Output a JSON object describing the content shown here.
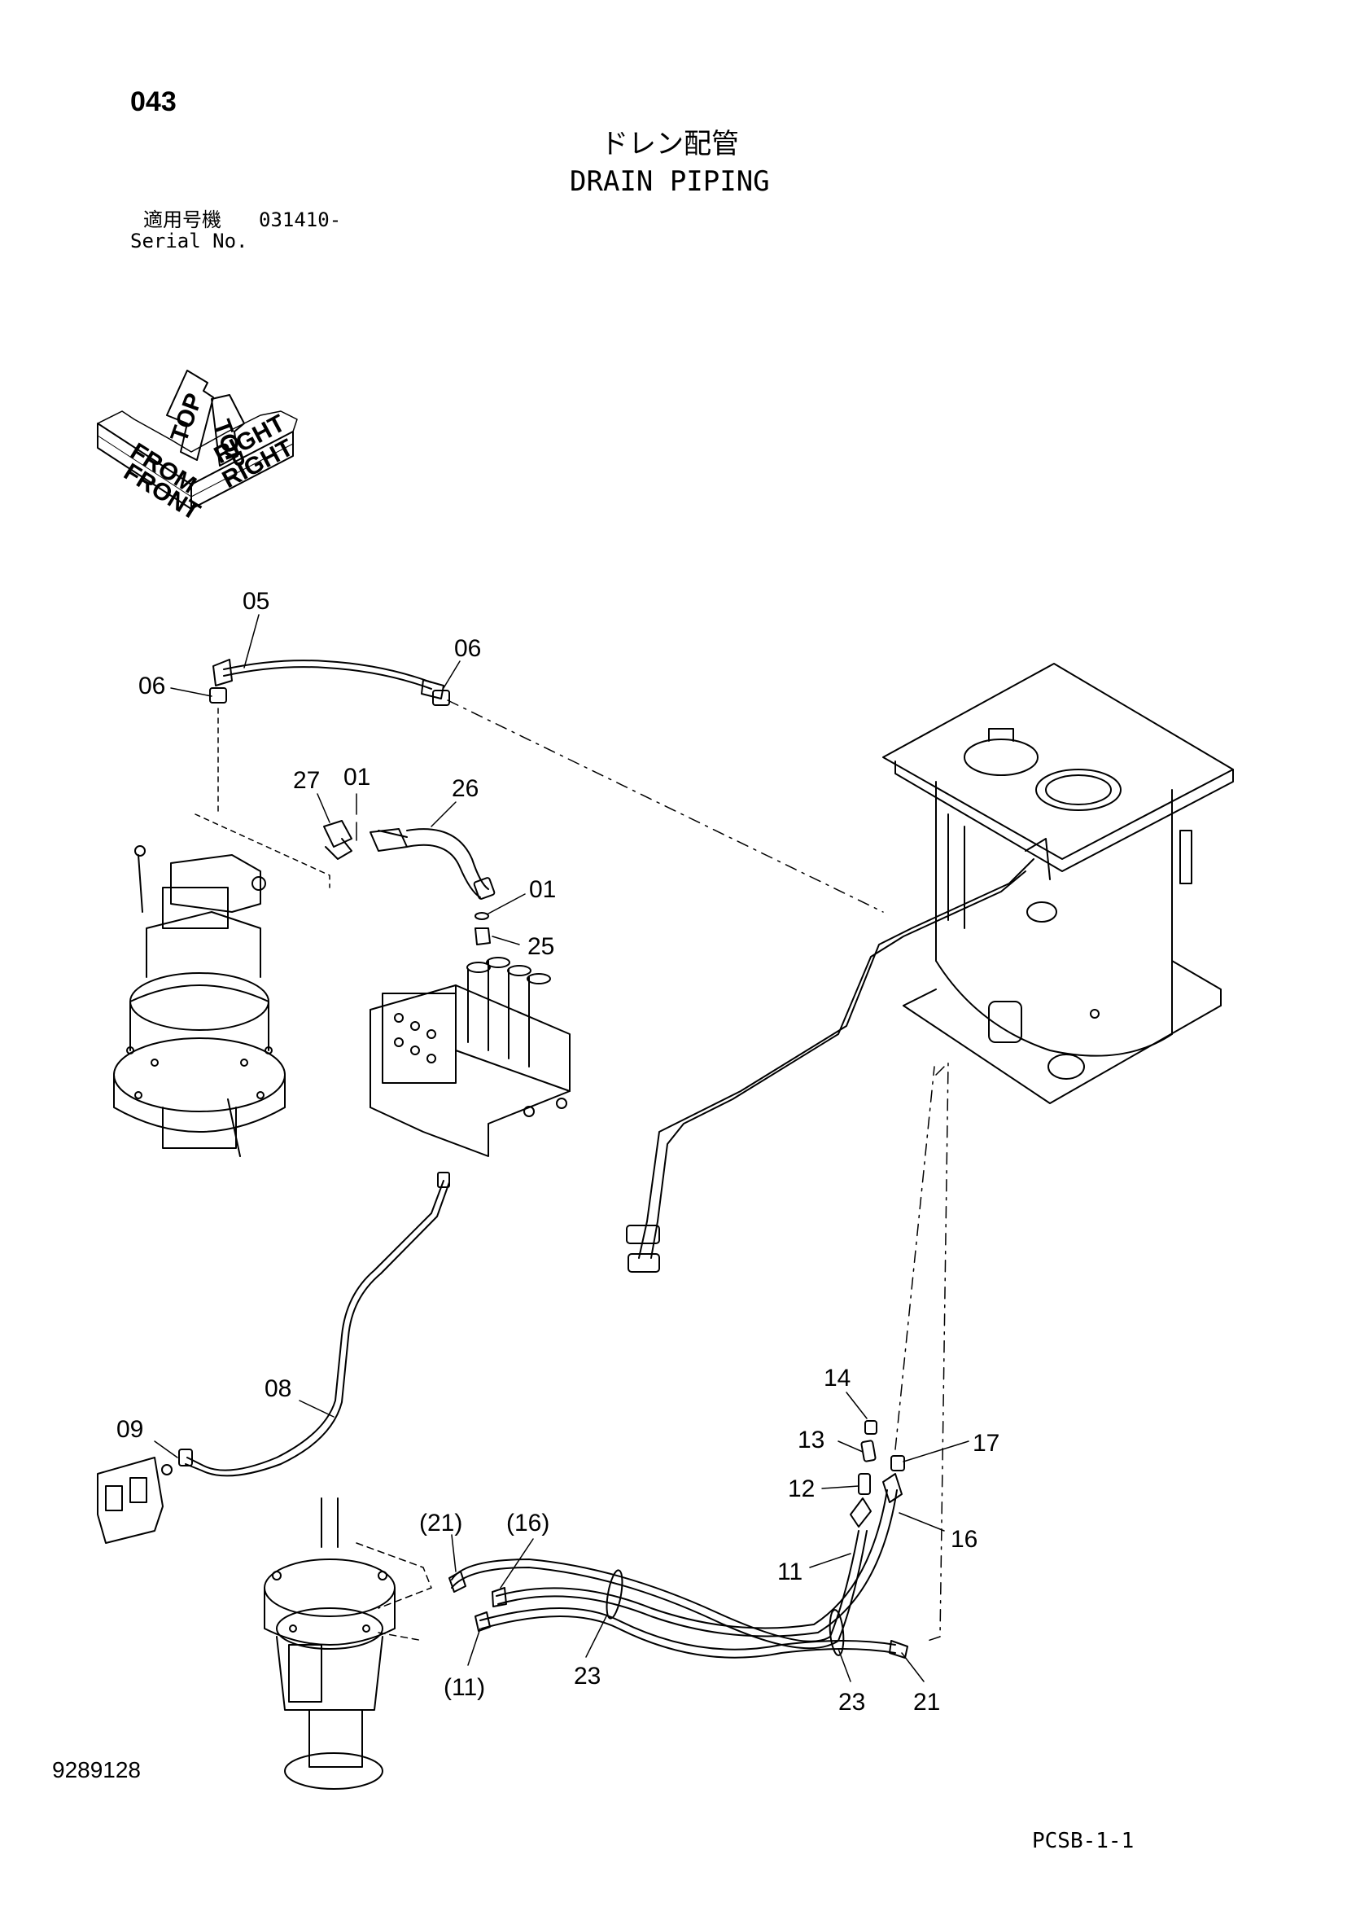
{
  "header": {
    "page_code": "043",
    "title_jp": "ドレン配管",
    "title_en": "DRAIN PIPING",
    "serial_label_jp": "適用号機",
    "serial_value": "031410-",
    "serial_label_en": "Serial No."
  },
  "orientation": {
    "labels": [
      "FROM",
      "FRONT",
      "TOP",
      "TOP",
      "RIGHT",
      "RIGHT"
    ]
  },
  "callouts": [
    "05",
    "06",
    "06",
    "27",
    "01",
    "26",
    "01",
    "25",
    "08",
    "09",
    "14",
    "13",
    "17",
    "12",
    "16",
    "11",
    "(21)",
    "(16)",
    "(11)",
    "23",
    "23",
    "21"
  ],
  "footer": {
    "drawing_no": "9289128",
    "sheet_code": "PCSB-1-1"
  }
}
